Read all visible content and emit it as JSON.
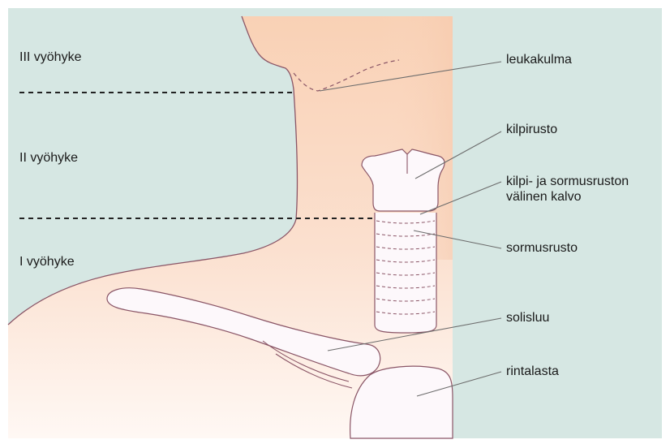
{
  "zones": {
    "zone3": "III vyöhyke",
    "zone2": "II vyöhyke",
    "zone1": "I vyöhyke"
  },
  "labels": {
    "jaw_angle": "leukakulma",
    "thyroid_cartilage": "kilpirusto",
    "membrane_line1": "kilpi- ja sormusruston",
    "membrane_line2": "välinen kalvo",
    "cricoid": "sormusrusto",
    "clavicle": "solisluu",
    "sternum": "rintalasta"
  },
  "colors": {
    "background": "#d6e7e3",
    "skin_top": "#f9d3b8",
    "skin_bottom": "#fff6f1",
    "outline": "#8a5566",
    "bone": "#fdf8fb",
    "dashed_zone_line": "#222222",
    "leader_line": "#6c6c6c"
  }
}
